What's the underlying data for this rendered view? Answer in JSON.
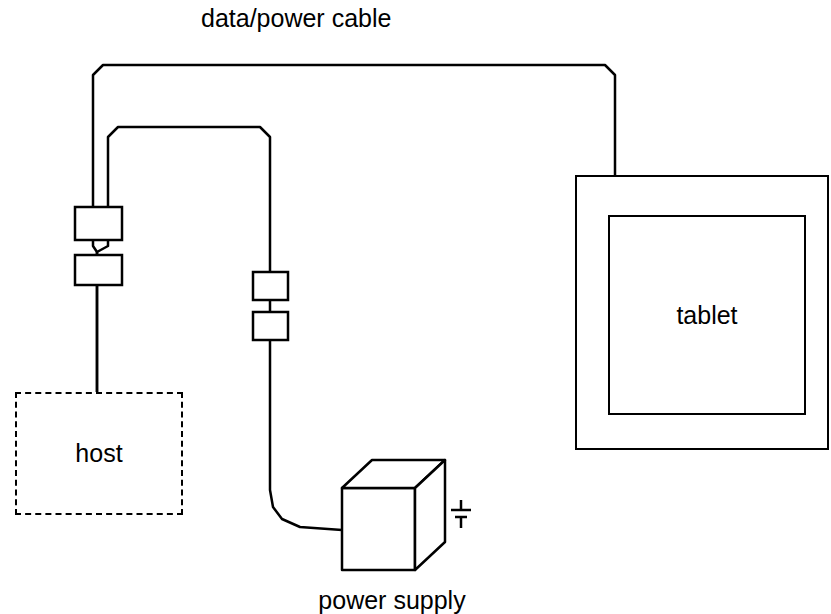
{
  "diagram": {
    "nodes": [
      {
        "text": [
          "tablet"
        ]
      },
      {
        "text": [
          "host"
        ]
      },
      {
        "text": [
          "power supply"
        ]
      }
    ],
    "edges": [
      {
        "from": 0,
        "to": 1,
        "arrow": "none",
        "label": "data/power cable"
      },
      {
        "from": 2,
        "to": 1,
        "arrow": "none"
      }
    ]
  }
}
